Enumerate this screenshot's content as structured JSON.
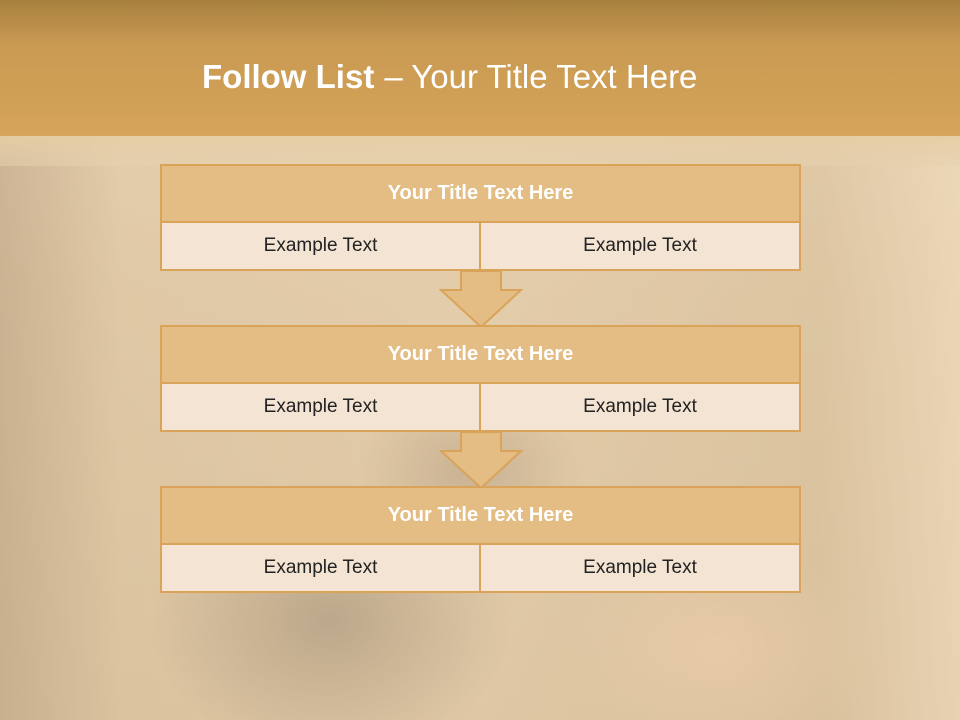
{
  "slide": {
    "title_bold": "Follow List",
    "title_rest": "– Your Title Text Here"
  },
  "blocks": [
    {
      "title": "Your Title Text Here",
      "left": "Example Text",
      "right": "Example Text"
    },
    {
      "title": "Your Title Text Here",
      "left": "Example Text",
      "right": "Example Text"
    },
    {
      "title": "Your Title Text Here",
      "left": "Example Text",
      "right": "Example Text"
    }
  ],
  "colors": {
    "header": "#d6a45a",
    "block_title_fill": "#e4bd84",
    "cell_fill": "#f3e4d3",
    "border": "#d9a35a"
  },
  "icons": [
    "down-arrow-icon",
    "down-arrow-icon"
  ]
}
